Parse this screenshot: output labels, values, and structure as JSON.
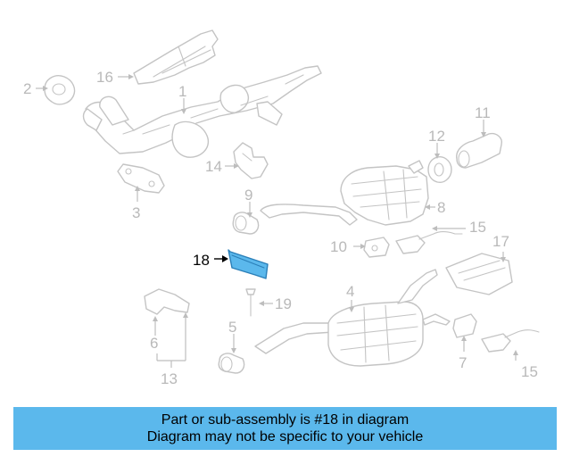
{
  "diagram": {
    "callouts": [
      {
        "id": "c1",
        "label": "1"
      },
      {
        "id": "c2",
        "label": "2"
      },
      {
        "id": "c3",
        "label": "3"
      },
      {
        "id": "c4",
        "label": "4"
      },
      {
        "id": "c5",
        "label": "5"
      },
      {
        "id": "c6",
        "label": "6"
      },
      {
        "id": "c7",
        "label": "7"
      },
      {
        "id": "c8",
        "label": "8"
      },
      {
        "id": "c9",
        "label": "9"
      },
      {
        "id": "c10",
        "label": "10"
      },
      {
        "id": "c11",
        "label": "11"
      },
      {
        "id": "c12",
        "label": "12"
      },
      {
        "id": "c13",
        "label": "13"
      },
      {
        "id": "c14",
        "label": "14"
      },
      {
        "id": "c15a",
        "label": "15"
      },
      {
        "id": "c15b",
        "label": "15"
      },
      {
        "id": "c16",
        "label": "16"
      },
      {
        "id": "c17",
        "label": "17"
      },
      {
        "id": "c18",
        "label": "18"
      },
      {
        "id": "c19",
        "label": "19"
      }
    ],
    "highlighted_part": "18",
    "highlight_color": "#5bb8ec",
    "line_color": "#c4c4c4",
    "text_color": "#b9b9b9"
  },
  "banner": {
    "line1": "Part or sub-assembly is #18 in diagram",
    "line2": "Diagram may not be specific to your vehicle",
    "background": "#5bb8ec",
    "text_color": "#000000"
  }
}
